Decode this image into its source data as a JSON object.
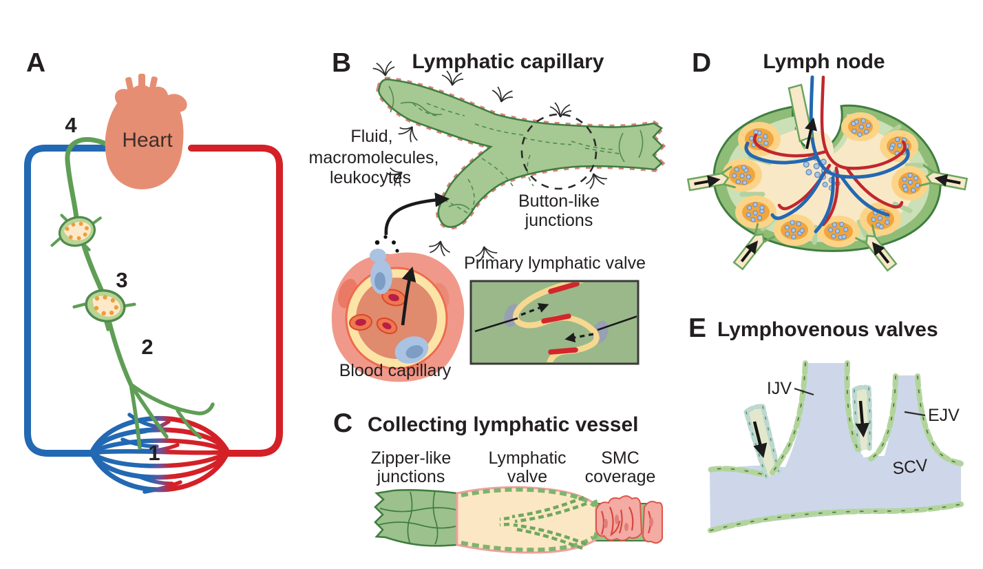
{
  "figure": {
    "panel_a": {
      "letter": "A",
      "heart": "Heart",
      "n1": "1",
      "n2": "2",
      "n3": "3",
      "n4": "4"
    },
    "panel_b": {
      "letter": "B",
      "title": "Lymphatic capillary",
      "fluid1": "Fluid,",
      "fluid2": "macromolecules,",
      "fluid3": "leukocytes",
      "button1": "Button-like",
      "button2": "junctions",
      "blood_capillary": "Blood capillary",
      "valve_title": "Primary lymphatic valve"
    },
    "panel_c": {
      "letter": "C",
      "title": "Collecting lymphatic vessel",
      "zipper1": "Zipper-like",
      "zipper2": "junctions",
      "valve1": "Lymphatic",
      "valve2": "valve",
      "smc1": "SMC",
      "smc2": "coverage"
    },
    "panel_d": {
      "letter": "D",
      "title": "Lymph node"
    },
    "panel_e": {
      "letter": "E",
      "title": "Lymphovenous valves",
      "ijv": "IJV",
      "ejv": "EJV",
      "scv": "SCV"
    },
    "palette": {
      "lymphatic_green": "#a6c893",
      "lymphatic_green_dark": "#3f7d3f",
      "vein_blue": "#2368b2",
      "artery_red": "#d42027",
      "heart_salmon": "#e68e73",
      "cream": "#f9e8c6",
      "follicle_orange": "#f2a53c",
      "follicle_halo": "#fbd488",
      "valve_yellow": "#f6d890",
      "valve_red_segment": "#d2262c",
      "button_junction_red": "#d9827e",
      "smc_pink": "#f3aba3",
      "vein_lavender": "#cdd7e9",
      "duct_pale": "#e3e8cd",
      "lymphocyte_blue": "#adc8e6",
      "text_black": "#231f20"
    }
  }
}
